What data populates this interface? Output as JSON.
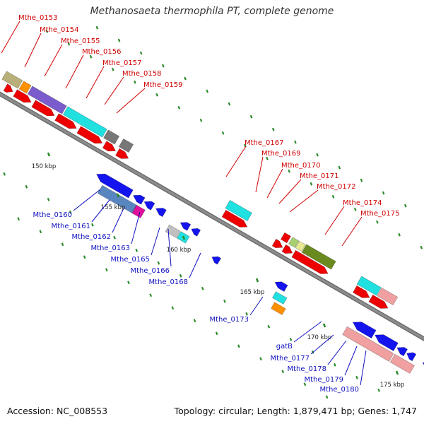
{
  "title": "Methanosaeta thermophila PT, complete genome",
  "footer": {
    "accession": "Accession: NC_008553",
    "summary": "Topology: circular; Length: 1,879,471 bp; Genes: 1,747"
  },
  "colors": {
    "backbone": "#8c8c8c",
    "forward_label": "#d00000",
    "reverse_label": "#1010c0",
    "tick": "#2a8a2a",
    "olive": "#b8b078",
    "orange": "#ff9000",
    "purple": "#7a5ccc",
    "cyan": "#20e0e0",
    "red": "#ee0000",
    "grey": "#777777",
    "blue": "#1414ee",
    "steel": "#5a86c0",
    "magenta": "#e0109a",
    "silver": "#c0c0c0",
    "pink": "#f0a0a0",
    "green": "#6a8a20",
    "light_green": "#a8d070",
    "light_yellow": "#e8e890"
  },
  "ruler_labels": [
    "150 kbp",
    "155 kbp",
    "160 kbp",
    "165 kbp",
    "170 kbp",
    "175 kbp"
  ],
  "forward_genes": [
    "Mthe_0153",
    "Mthe_0154",
    "Mthe_0155",
    "Mthe_0156",
    "Mthe_0157",
    "Mthe_0158",
    "Mthe_0159",
    "Mthe_0167",
    "Mthe_0169",
    "Mthe_0170",
    "Mthe_0171",
    "Mthe_0172",
    "Mthe_0174",
    "Mthe_0175"
  ],
  "reverse_genes": [
    "Mthe_0160",
    "Mthe_0161",
    "Mthe_0162",
    "Mthe_0163",
    "Mthe_0165",
    "Mthe_0166",
    "Mthe_0168",
    "Mthe_0173",
    "gatB",
    "Mthe_0177",
    "Mthe_0178",
    "Mthe_0179",
    "Mthe_0180"
  ]
}
